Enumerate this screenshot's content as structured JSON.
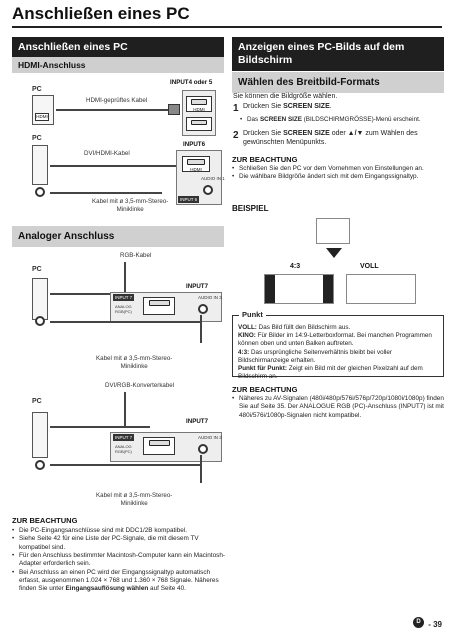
{
  "page": {
    "title": "Anschließen eines PC",
    "number": "39",
    "lang_badge": "D",
    "separator": "-"
  },
  "left": {
    "header": "Anschließen eines PC",
    "hdmi": {
      "subheader": "HDMI-Anschluss",
      "pc_label": "PC",
      "pc_label2": "PC",
      "input_top": "INPUT4 oder 5",
      "cable_hdmi": "HDMI-geprüftes Kabel",
      "input6": "INPUT6",
      "cable_dvi": "DVI/HDMI-Kabel",
      "cable_minijack": "Kabel mit ø 3,5-mm-Stereo-\nMiniklinke",
      "port_hdmi": "HDMI",
      "port_audio": "AUDIO IN 1",
      "port_input6": "INPUT 6"
    },
    "analog": {
      "subheader": "Analoger Anschluss",
      "pc_label": "PC",
      "pc_label2": "PC",
      "rgb_cable": "RGB-Kabel",
      "input7": "INPUT7",
      "input7b": "INPUT7",
      "cable_minijack": "Kabel mit ø 3,5-mm-Stereo-\nMiniklinke",
      "converter_cable": "DVI/RGB-Konverterkabel",
      "cable_minijack2": "Kabel mit ø 3,5-mm-Stereo-\nMiniklinke",
      "port_input7": "INPUT 7",
      "port_analog_rgb": "ANALOG RGB(PC)",
      "port_audio": "AUDIO IN 3"
    },
    "notes": {
      "heading": "ZUR BEACHTUNG",
      "items": [
        "Die PC-Eingangsanschlüsse sind mit DDC1/2B kompatibel.",
        "Siehe Seite 42 für eine Liste der PC-Signale, die mit diesem TV kompatibel sind.",
        "Für den Anschluss bestimmter Macintosh-Computer kann ein Macintosh-Adapter erforderlich sein.",
        "Bei Anschluss an einen PC wird der Eingangssignaltyp automatisch erfasst, ausgenommen 1.024 × 768 und 1.360 × 768 Signale. Näheres finden Sie unter "
      ],
      "last_bold": "Eingangsauflösung wählen",
      "last_tail": " auf Seite 40."
    }
  },
  "right": {
    "header": "Anzeigen eines PC-Bilds auf dem Bildschirm",
    "subheader": "Wählen des Breitbild-Formats",
    "intro": "Sie können die Bildgröße wählen.",
    "step1_pre": "Drücken Sie ",
    "step1_bold": "SCREEN SIZE",
    "step1_post": ".",
    "step1_sub_pre": "Das ",
    "step1_sub_bold": "SCREEN SIZE",
    "step1_sub_post": " (BILDSCHIRMGRÖSSE)-Menü erscheint.",
    "step2_pre": "Drücken Sie ",
    "step2_bold": "SCREEN SIZE",
    "step2_mid": " oder ",
    "step2_arrows": "▲/▼",
    "step2_post": " zum Wählen des gewünschten Menüpunkts.",
    "note1_heading": "ZUR BEACHTUNG",
    "note1_items": [
      "Schließen Sie den PC vor dem Vornehmen von Einstellungen an.",
      "Die wählbare Bildgröße ändert sich mit dem Eingangssignaltyp."
    ],
    "example_heading": "BEISPIEL",
    "label_43": "4:3",
    "label_voll": "VOLL",
    "punkt_title": "Punkt",
    "punkt": [
      {
        "k": "VOLL:",
        "v": " Das Bild füllt den Bildschirm aus."
      },
      {
        "k": "KINO:",
        "v": " Für Bilder im 14:9-Letterboxformat. Bei manchen Programmen können oben und unten Balken auftreten."
      },
      {
        "k": "4:3:",
        "v": " Das ursprüngliche Seitenverhältnis bleibt bei voller Bildschirmanzeige erhalten."
      },
      {
        "k": "Punkt für Punkt:",
        "v": " Zeigt ein Bild mit der gleichen Pixelzahl auf dem Bildschirm an."
      }
    ],
    "note2_heading": "ZUR BEACHTUNG",
    "note2_items": [
      "Näheres zu AV-Signalen (480i/480p/576i/576p/720p/1080i/1080p) finden Sie auf Seite 35. Der ANALOGUE RGB (PC)-Anschluss (INPUT7) ist mit 480i/576i/1080p-Signalen nicht kompatibel."
    ]
  }
}
